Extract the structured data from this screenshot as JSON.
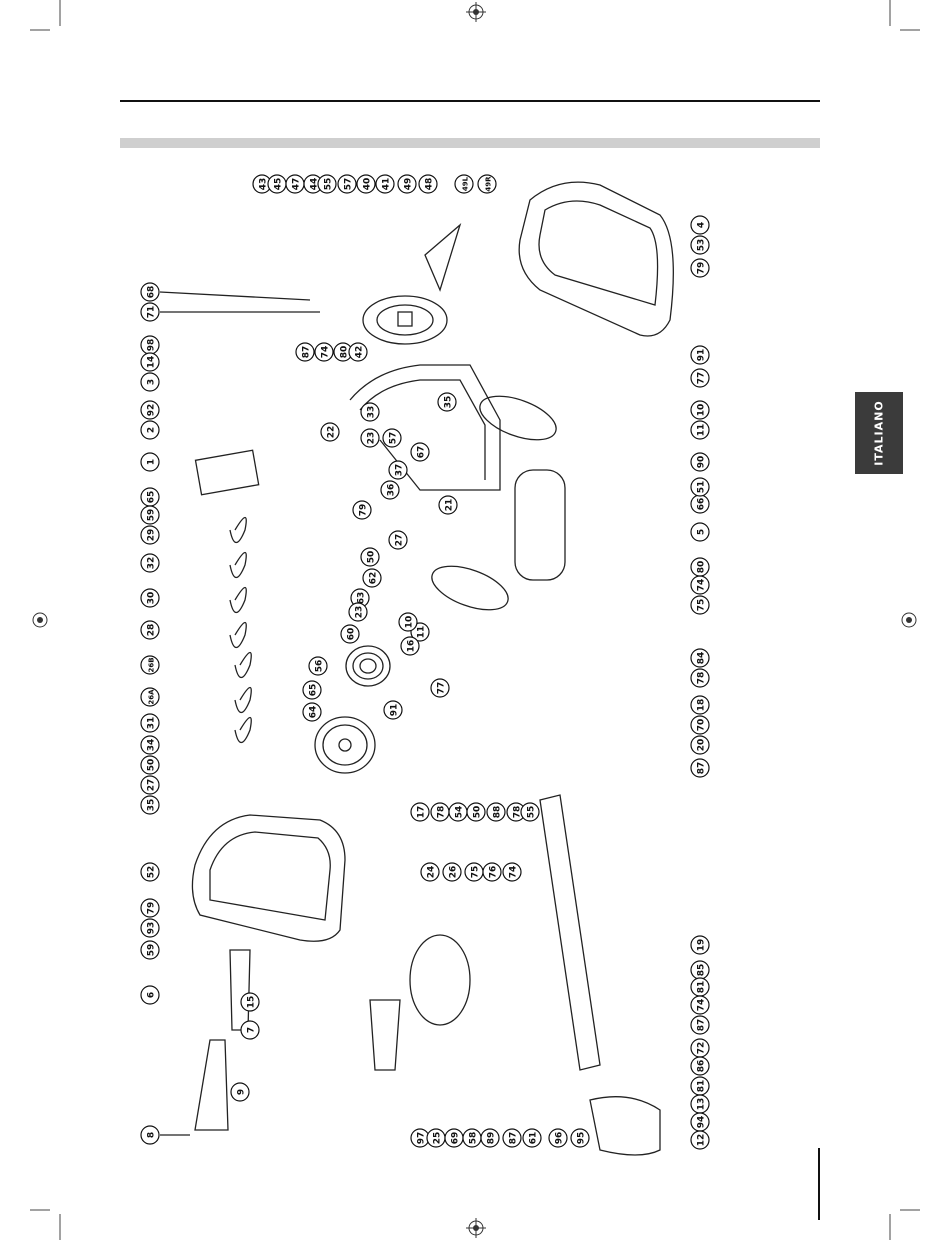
{
  "language_tab": "ITALIANO",
  "part_labels": [
    "43",
    "45",
    "47",
    "44",
    "55",
    "57",
    "40",
    "41",
    "49",
    "48",
    "49L",
    "49R",
    "68",
    "71",
    "98",
    "14",
    "3",
    "92",
    "2",
    "1",
    "65",
    "59",
    "29",
    "32",
    "30",
    "28",
    "26B",
    "26A",
    "31",
    "34",
    "50",
    "27",
    "35",
    "87",
    "74",
    "80",
    "42",
    "22",
    "33",
    "23",
    "57",
    "67",
    "21",
    "35",
    "37",
    "36",
    "79",
    "27",
    "50",
    "62",
    "63",
    "23",
    "60",
    "56",
    "65",
    "64",
    "11",
    "10",
    "16",
    "77",
    "91",
    "17",
    "78",
    "54",
    "50",
    "88",
    "78",
    "55",
    "52",
    "79",
    "93",
    "59",
    "6",
    "15",
    "7",
    "9",
    "8",
    "24",
    "26",
    "75",
    "76",
    "74",
    "97",
    "25",
    "69",
    "58",
    "89",
    "87",
    "61",
    "96",
    "95",
    "19",
    "85",
    "81",
    "74",
    "87",
    "72",
    "86",
    "81",
    "13",
    "94",
    "12",
    "84",
    "78",
    "18",
    "70",
    "20",
    "87",
    "75",
    "74",
    "80",
    "5",
    "66",
    "51",
    "90",
    "11",
    "10",
    "77",
    "91",
    "53",
    "79",
    "4"
  ]
}
